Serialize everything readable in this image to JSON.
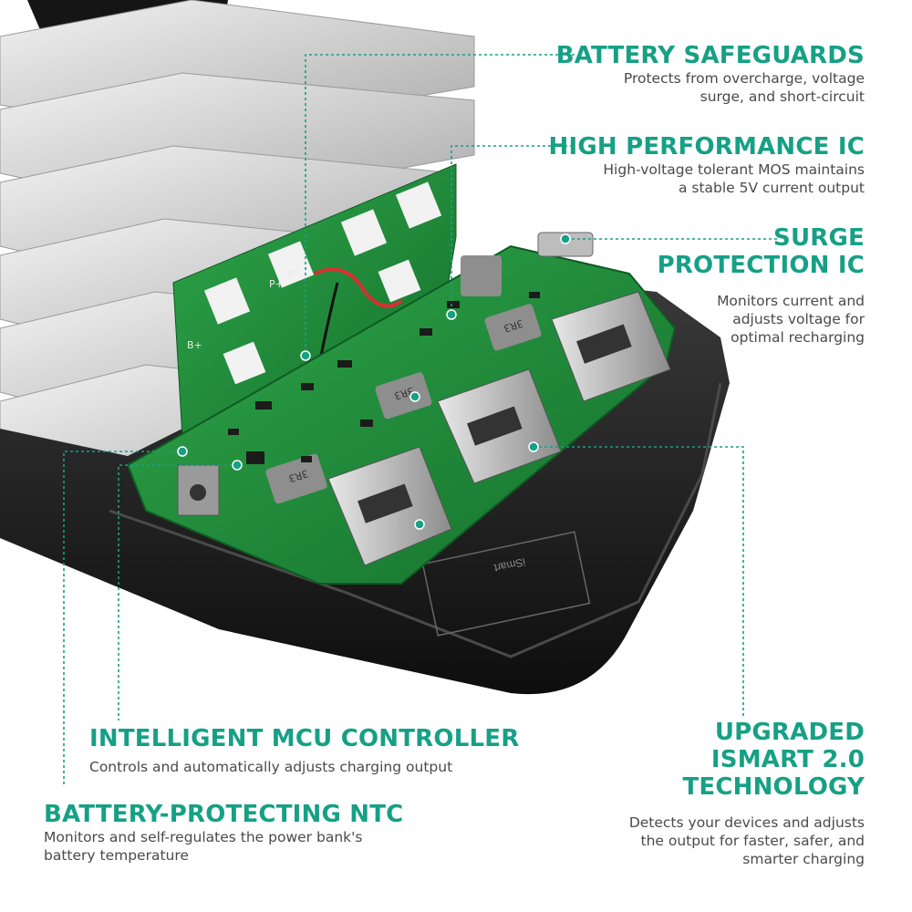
{
  "colors": {
    "accent": "#16a085",
    "pcb_green": "#1e8a3a",
    "case_black": "#1c1c1c",
    "battery_silver": "#d9d9d9"
  },
  "features": {
    "battery_safeguards": {
      "title": "BATTERY SAFEGUARDS",
      "desc": "Protects from overcharge, voltage\nsurge, and short-circuit"
    },
    "high_performance_ic": {
      "title": "HIGH PERFORMANCE IC",
      "desc": "High-voltage tolerant MOS maintains\na stable 5V current output"
    },
    "surge_protection_ic": {
      "title": "SURGE\nPROTECTION IC",
      "desc": "Monitors current and\nadjusts voltage for\noptimal recharging"
    },
    "intelligent_mcu": {
      "title": "INTELLIGENT MCU CONTROLLER",
      "desc": "Controls and automatically adjusts charging output"
    },
    "battery_ntc": {
      "title": "BATTERY-PROTECTING NTC",
      "desc": "Monitors and self-regulates the power bank's\nbattery temperature"
    },
    "ismart": {
      "title": "UPGRADED\nISMART 2.0\nTECHNOLOGY",
      "desc": "Detects your devices and adjusts\nthe output for faster, safer, and\nsmarter charging"
    }
  },
  "product": {
    "case_brand": "iSmart",
    "chip_labels": [
      "3R3",
      "3R3",
      "3R3"
    ],
    "board_labels": [
      "B+",
      "P+",
      "P"
    ]
  }
}
